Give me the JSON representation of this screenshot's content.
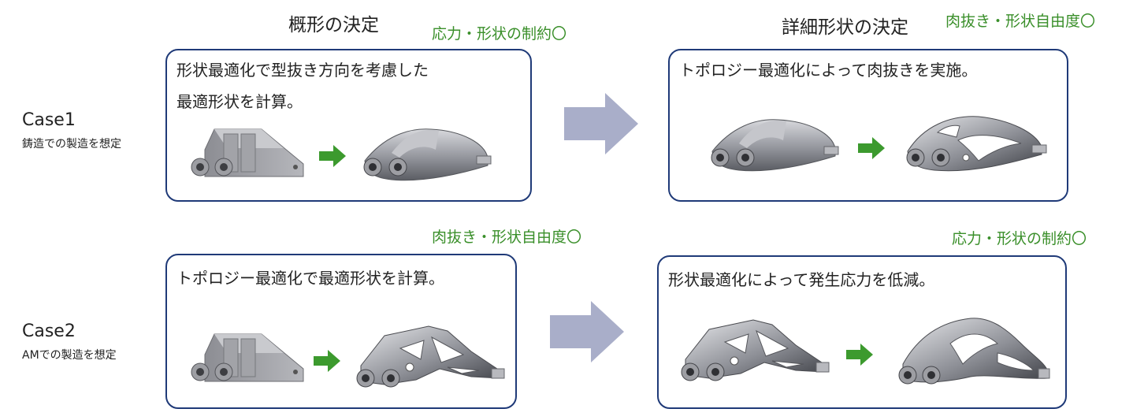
{
  "headers": {
    "left": "概形の決定",
    "right": "詳細形状の決定"
  },
  "green_notes": {
    "row1_left": "応力・形状の制約〇",
    "row1_right": "肉抜き・形状自由度〇",
    "row2_left": "肉抜き・形状自由度〇",
    "row2_right": "応力・形状の制約〇"
  },
  "cases": [
    {
      "title": "Case1",
      "subtitle": "鋳造での製造を想定",
      "left_box": {
        "lines": [
          "形状最適化で型抜き方向を考慮した",
          "最適形状を計算。"
        ]
      },
      "right_box": {
        "lines": [
          "トポロジー最適化によって肉抜きを実施。"
        ]
      }
    },
    {
      "title": "Case2",
      "subtitle": "AMでの製造を想定",
      "left_box": {
        "lines": [
          "トポロジー最適化で最適形状を計算。"
        ]
      },
      "right_box": {
        "lines": [
          "形状最適化によって発生応力を低減。"
        ]
      }
    }
  ],
  "colors": {
    "box_border": "#1f3a78",
    "green_text": "#3a8f2a",
    "big_arrow": "#a9aec9",
    "small_arrow": "#3c9a2e"
  }
}
